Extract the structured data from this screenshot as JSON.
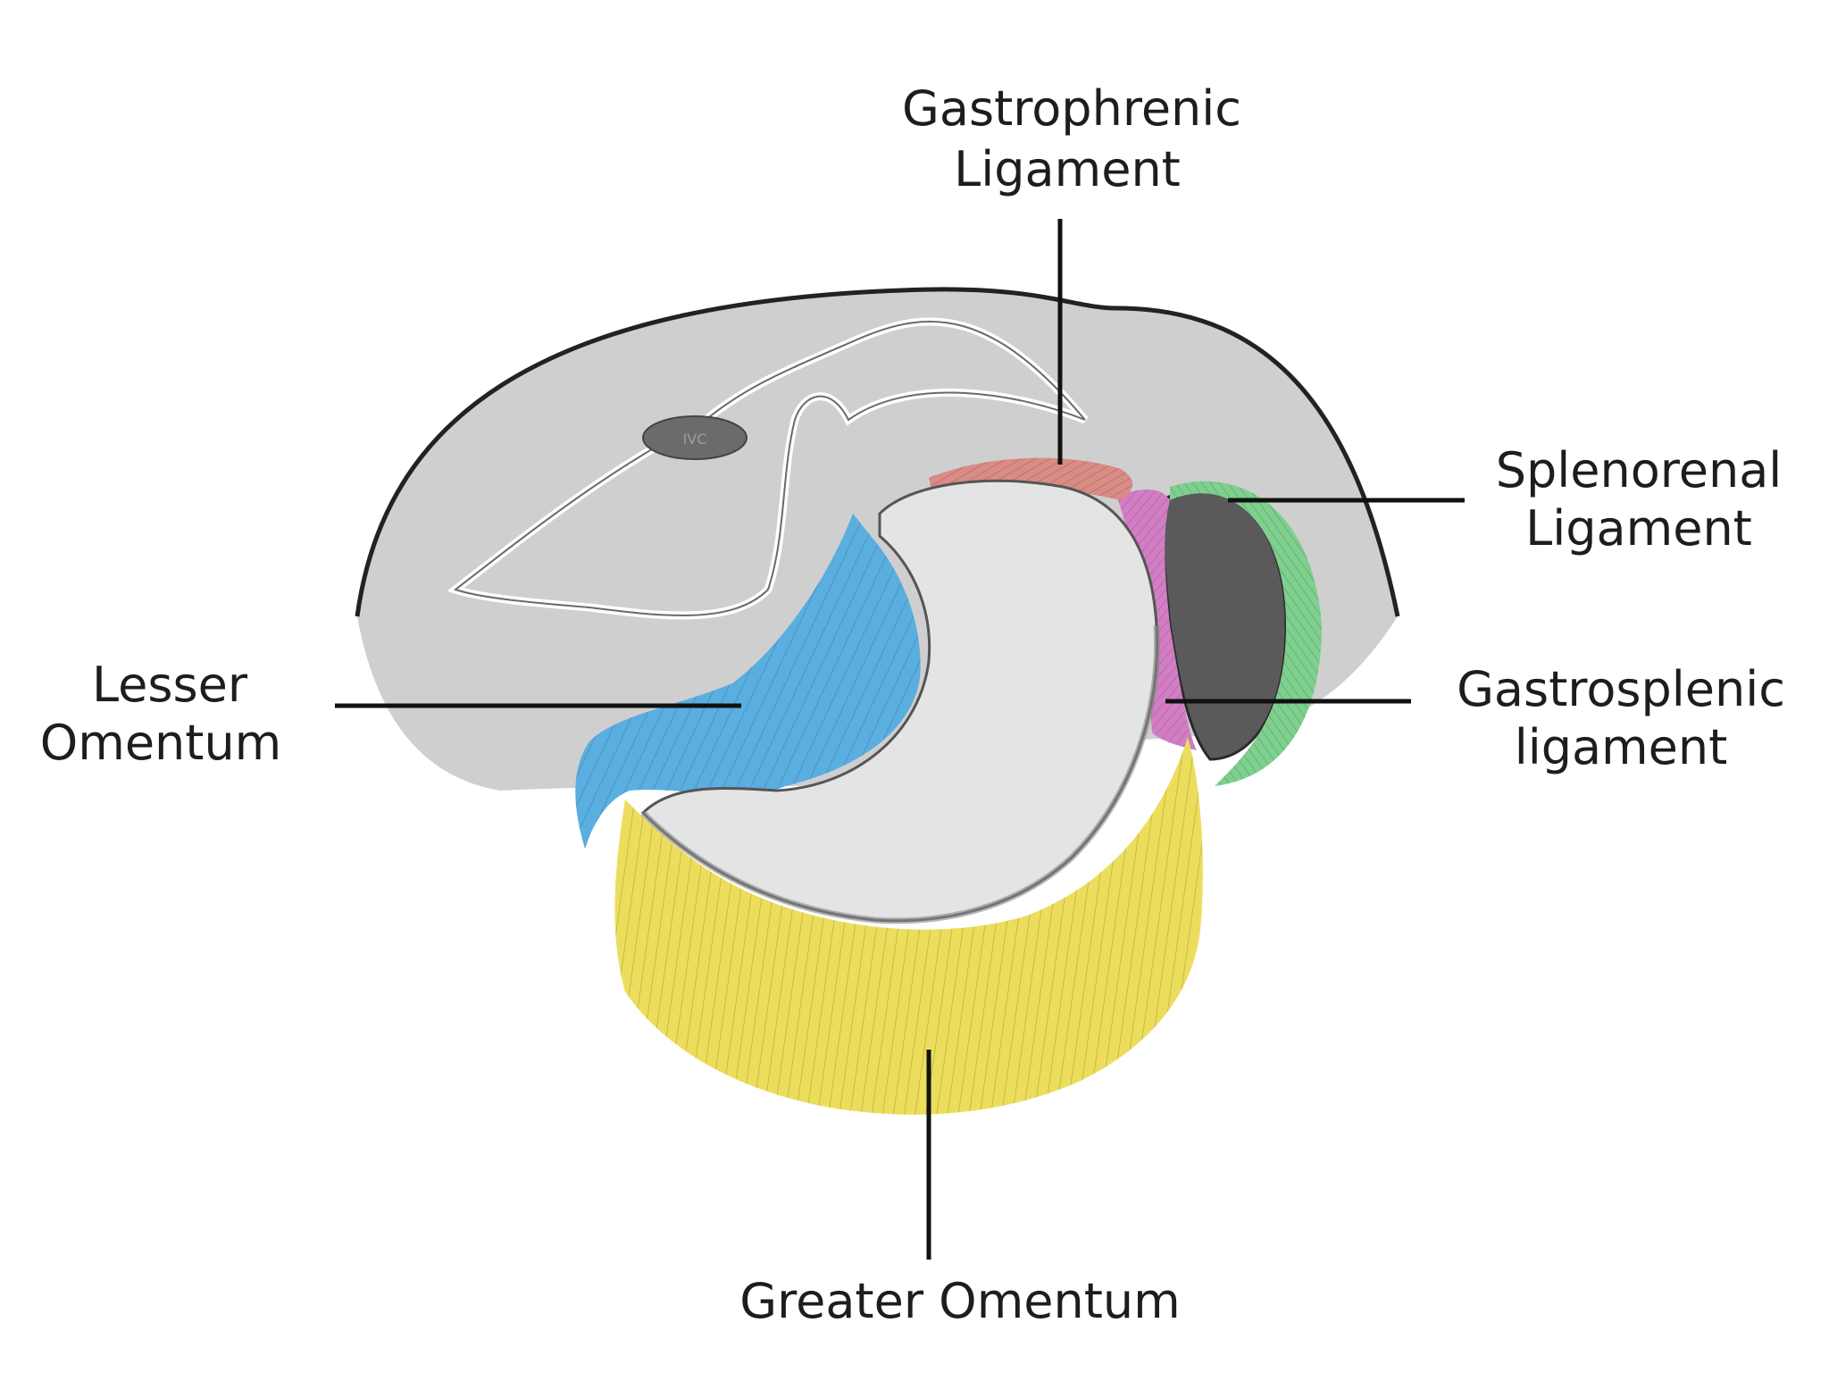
{
  "labels": {
    "gastrophrenic_line1": "Gastrophrenic",
    "gastrophrenic_line2": "Ligament",
    "splenorenal_line1": "Splenorenal",
    "splenorenal_line2": "Ligament",
    "gastrosplenic_line1": "Gastrosplenic",
    "gastrosplenic_line2": "ligament",
    "lesser_line1": "Lesser",
    "lesser_line2": "Omentum",
    "greater": "Greater Omentum",
    "ivc": "IVC"
  },
  "colors": {
    "background": "#ffffff",
    "peritoneal_cavity": "#cfcfcf",
    "stomach": "#e4e4e4",
    "lesser_omentum": "#5aaee0",
    "greater_omentum": "#ecde5c",
    "gastrophrenic": "#d98b86",
    "gastrosplenic": "#d27ec4",
    "splenorenal": "#7fcf8f",
    "spleen": "#5a5a5a",
    "ivc": "#6b6b6b",
    "outline": "#222222"
  }
}
